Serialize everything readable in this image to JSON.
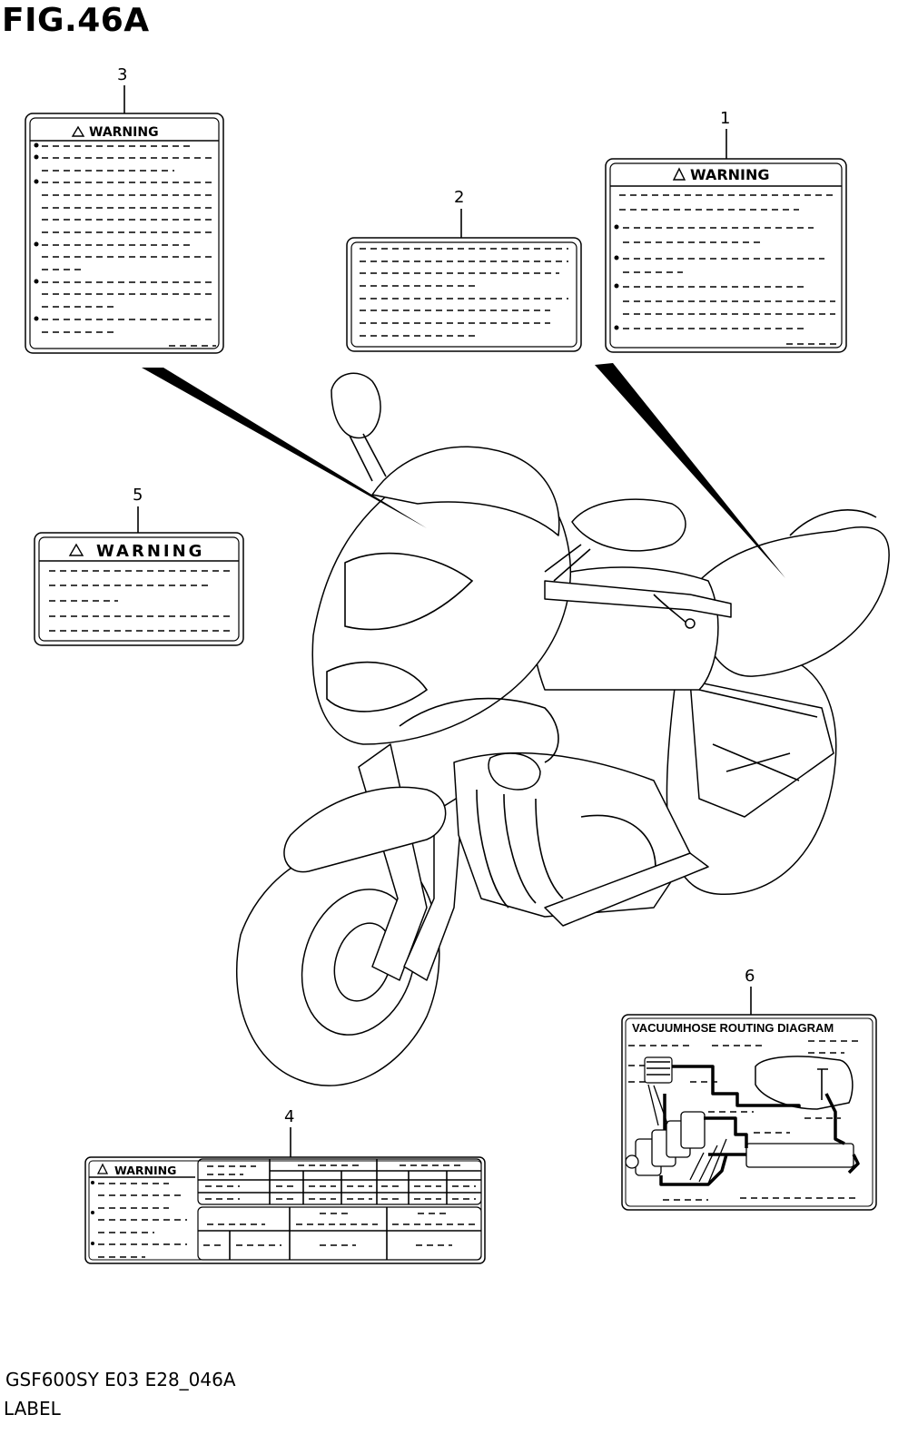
{
  "figure": {
    "title": "FIG.46A",
    "model_code": "GSF600SY E03 E28_046A",
    "caption": "LABEL"
  },
  "callouts": [
    "1",
    "2",
    "3",
    "4",
    "5",
    "6"
  ],
  "labels": {
    "warning_text": "WARNING",
    "diagram_title": "VACUUMHOSE ROUTING DIAGRAM"
  }
}
